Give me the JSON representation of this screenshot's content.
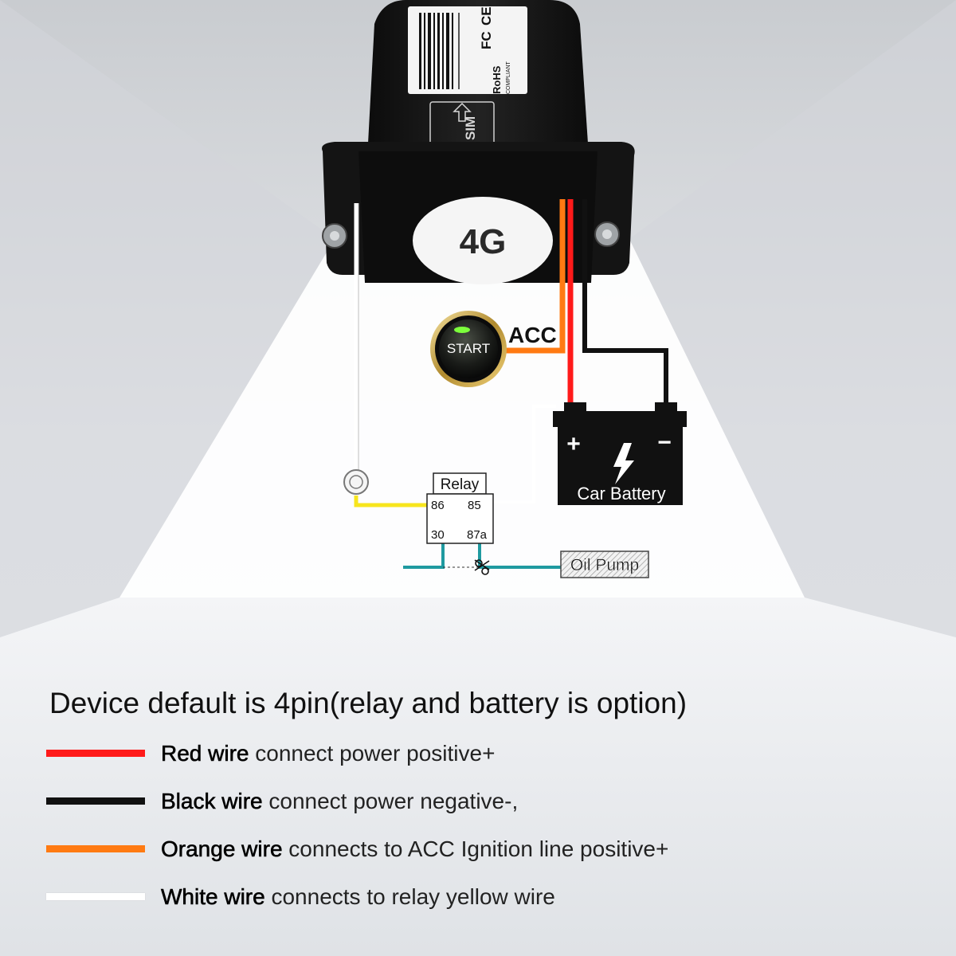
{
  "device": {
    "label_4g": "4G",
    "sim_label": "SIM",
    "fcc_mark": "FC",
    "ce_mark": "CE",
    "rohs_label": "RoHS",
    "rohs_sub": "COMPLIANT"
  },
  "start_button": {
    "label": "START"
  },
  "acc_label": "ACC",
  "relay": {
    "title": "Relay",
    "pin_86": "86",
    "pin_85": "85",
    "pin_30": "30",
    "pin_87a": "87a"
  },
  "battery": {
    "plus": "+",
    "minus": "−",
    "label": "Car Battery"
  },
  "oil_pump": {
    "label": "Oil Pump"
  },
  "legend": {
    "heading": "Device default is 4pin(relay and battery is option)",
    "items": [
      {
        "name": "Red wire",
        "text": " connect power positive+",
        "color": "#ff1a1a"
      },
      {
        "name": "Black wire",
        "text": " connect power negative-,",
        "color": "#111111"
      },
      {
        "name": "Orange wire",
        "text": " connects to ACC Ignition line positive+",
        "color": "#ff7a12"
      },
      {
        "name": "White wire",
        "text": " connects to relay yellow wire",
        "color": "#ffffff"
      }
    ]
  },
  "colors": {
    "red_wire": "#ff1a1a",
    "black_wire": "#111111",
    "orange_wire": "#ff7a12",
    "white_wire": "#ffffff",
    "yellow_wire": "#f7e51d",
    "teal_wire": "#1f9aa0",
    "background": "#e6e8eb"
  }
}
